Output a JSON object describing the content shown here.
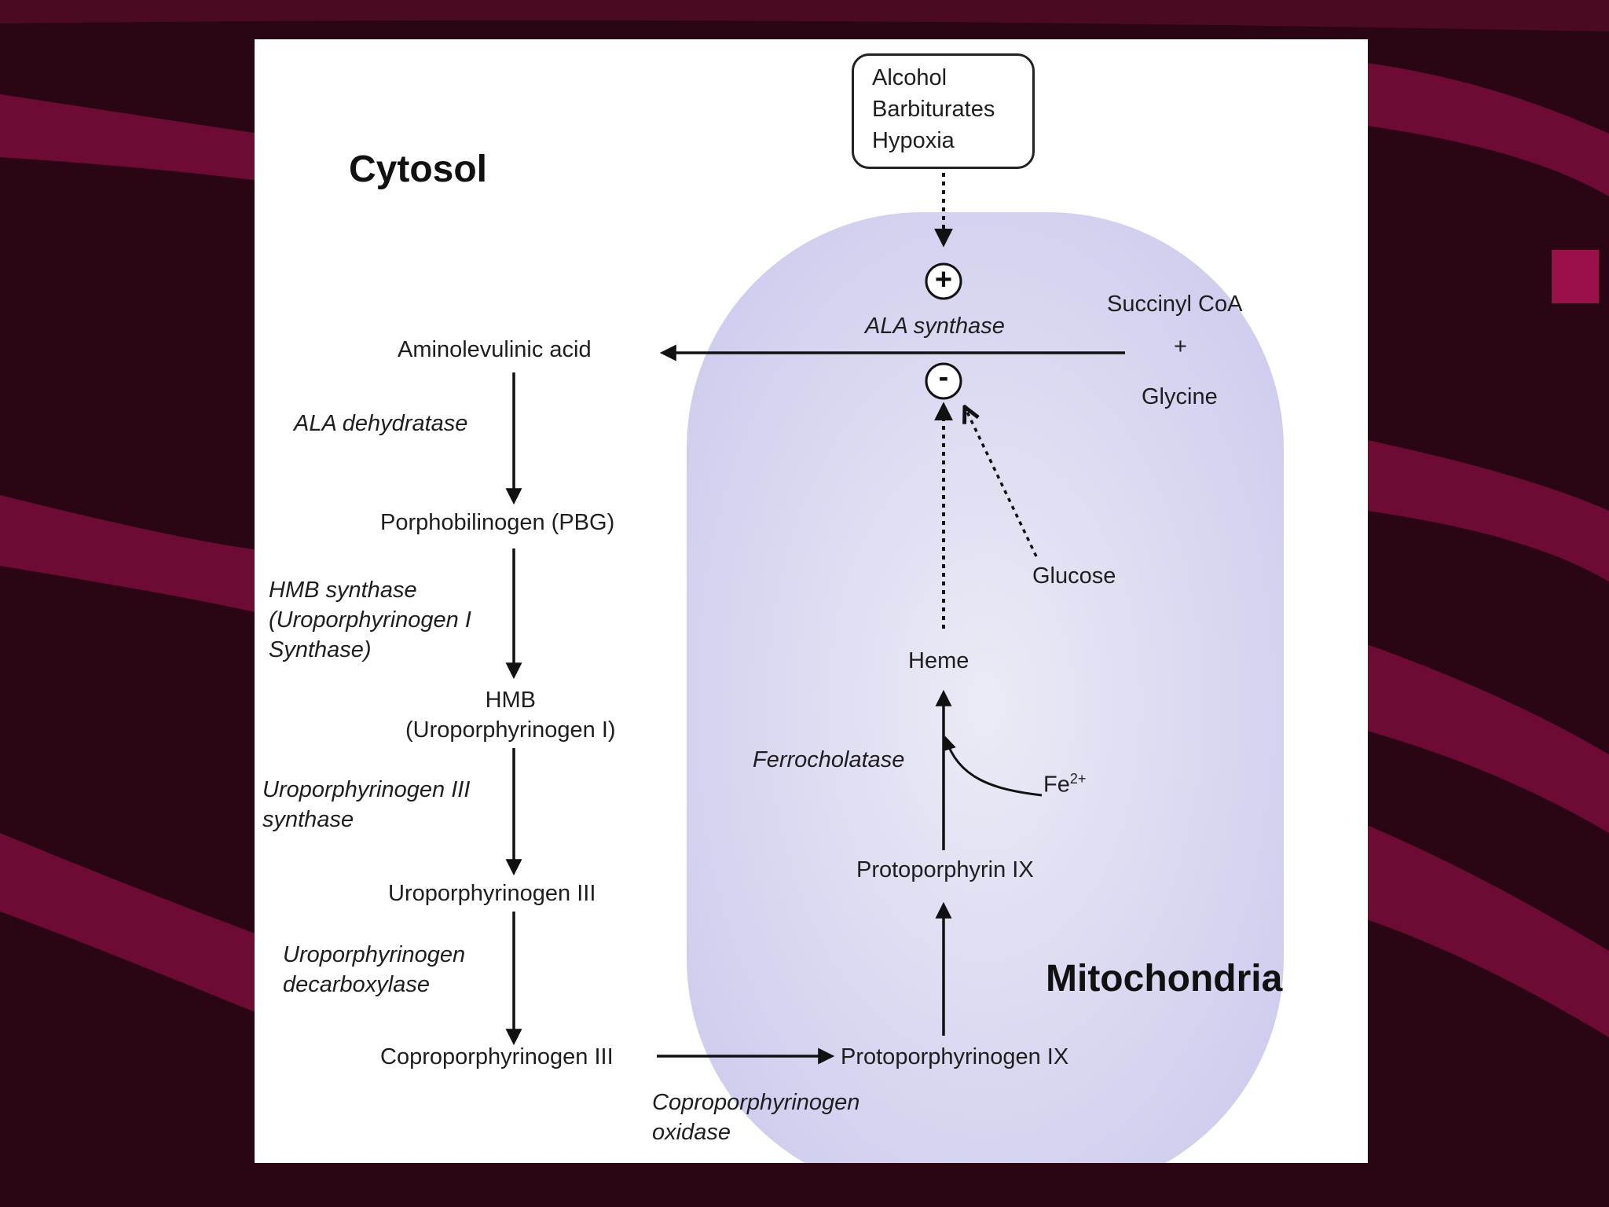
{
  "regions": {
    "cytosol": "Cytosol",
    "mitochondria": "Mitochondria"
  },
  "inducers": {
    "line1": "Alcohol",
    "line2": "Barbiturates",
    "line3": "Hypoxia"
  },
  "symbols": {
    "plus": "+",
    "minus": "-",
    "combine": "+"
  },
  "substrates": {
    "succinyl_coa": "Succinyl CoA",
    "glycine": "Glycine"
  },
  "enzymes": {
    "ala_synthase": "ALA synthase",
    "ala_dehydratase": "ALA dehydratase",
    "hmb_synthase": "HMB synthase\n(Uroporphyrinogen I\nSynthase)",
    "uro3_synthase": "Uroporphyrinogen III\nsynthase",
    "uro_decarboxylase": "Uroporphyrinogen\ndecarboxylase",
    "copro_oxidase": "Coproporphyrinogen\noxidase",
    "ferrochelatase": "Ferrocholatase"
  },
  "metabolites": {
    "ala": "Aminolevulinic acid",
    "pbg": "Porphobilinogen (PBG)",
    "hmb": "HMB\n(Uroporphyrinogen I)",
    "uro3": "Uroporphyrinogen III",
    "copro3": "Coproporphyrinogen III",
    "protogen9": "Protoporphyrinogen IX",
    "proto9": "Protoporphyrin IX",
    "heme": "Heme",
    "glucose": "Glucose"
  },
  "iron": {
    "symbol": "Fe",
    "charge": "2+"
  }
}
